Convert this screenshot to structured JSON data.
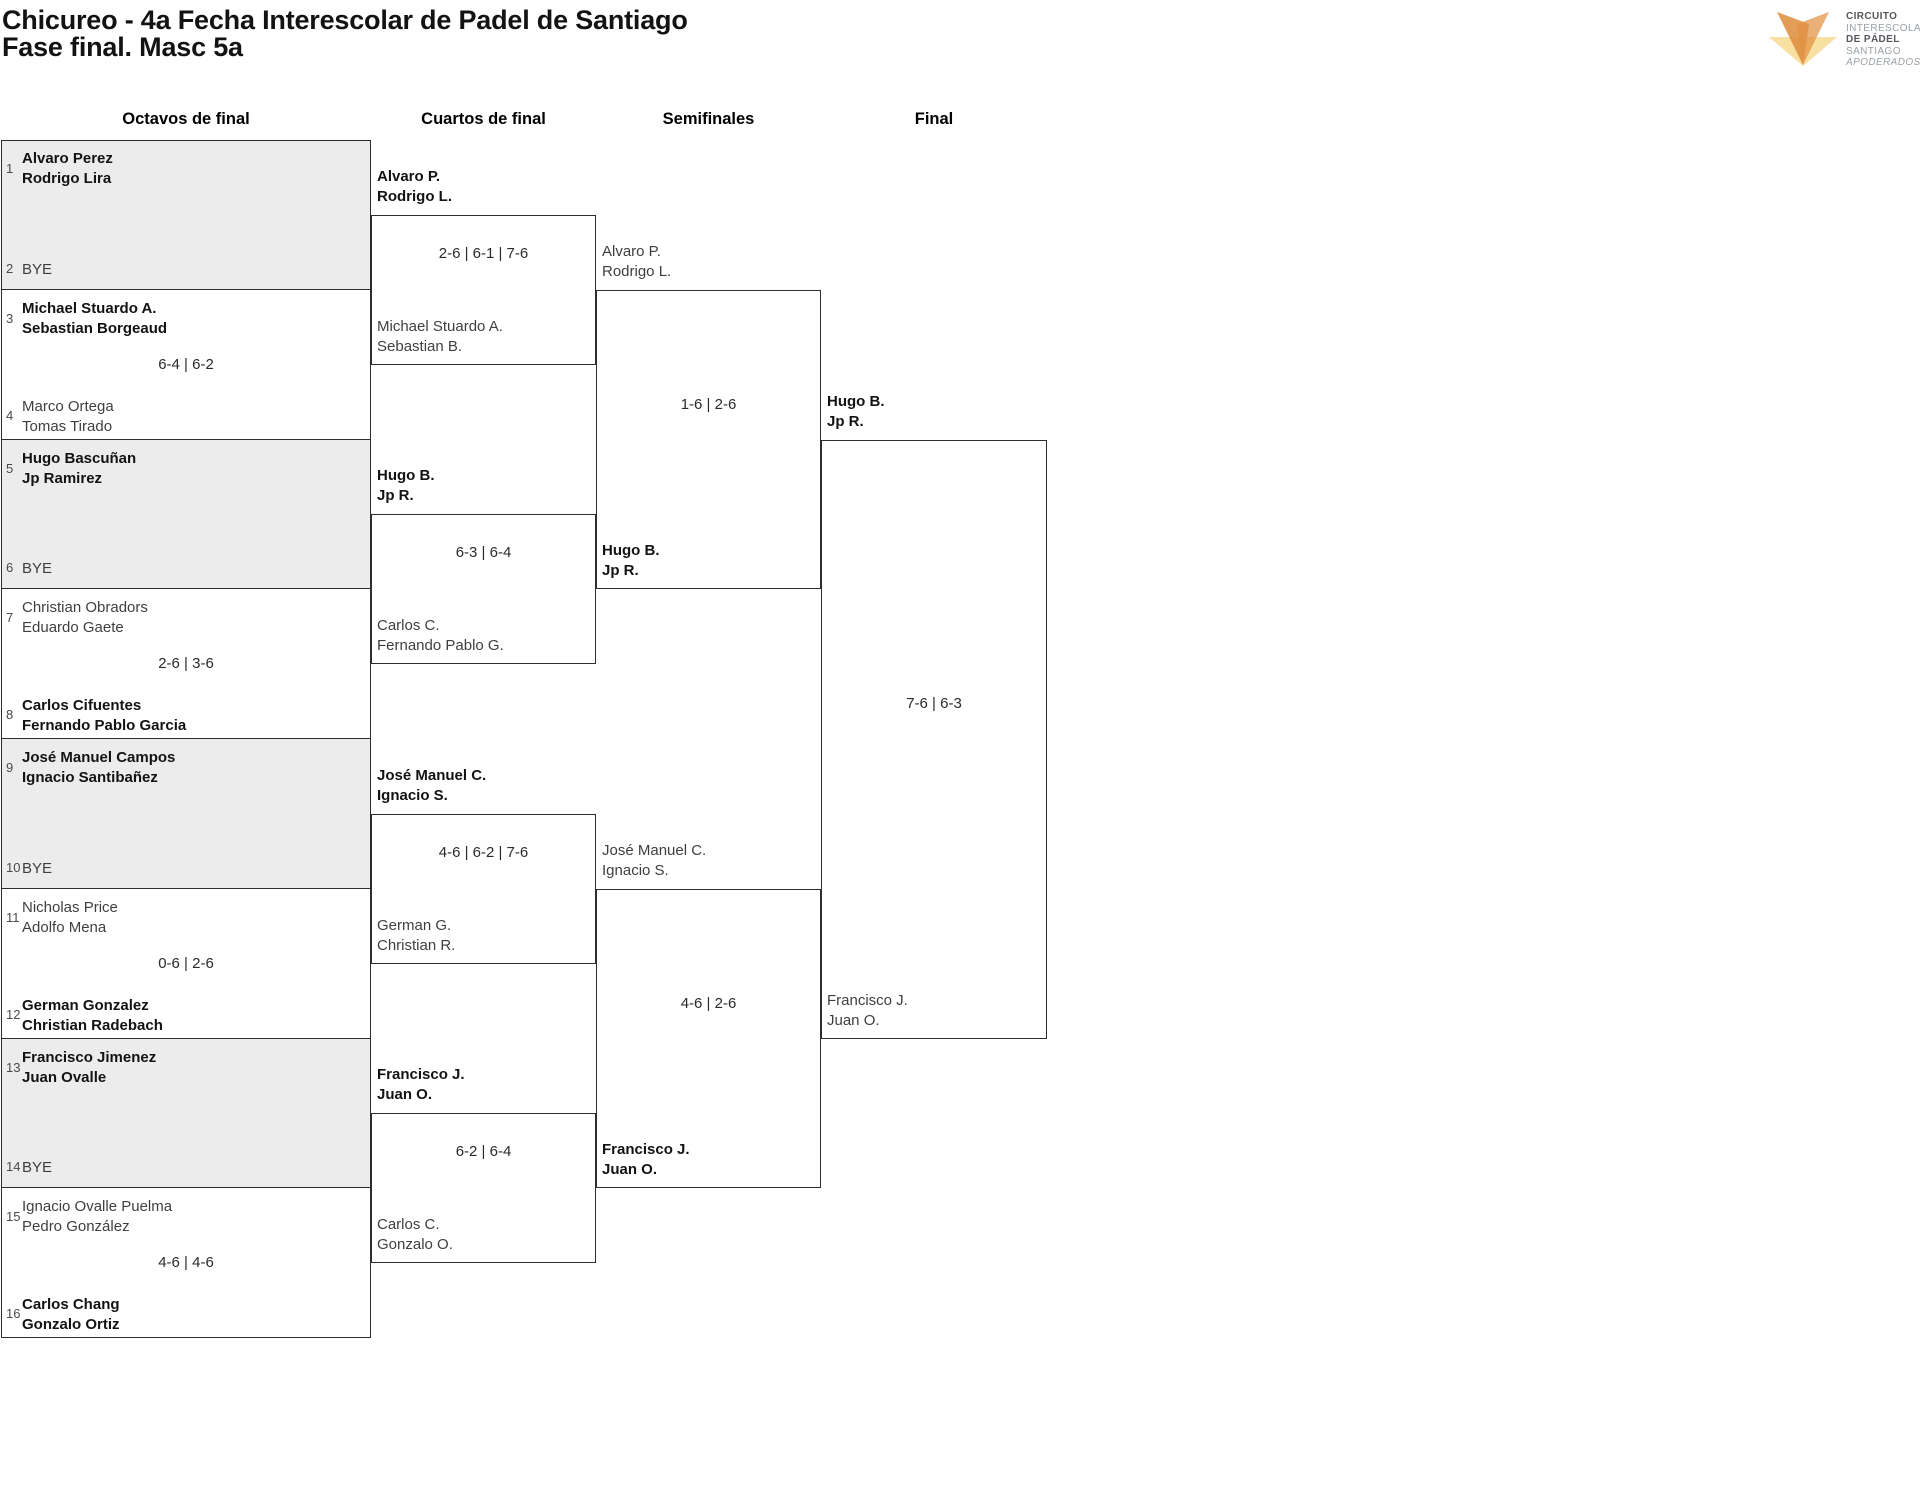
{
  "header": {
    "title": "Chicureo - 4a Fecha Interescolar de Padel de Santiago",
    "subtitle": "Fase final. Masc 5a"
  },
  "logo": {
    "lines": [
      "CIRCUITO",
      "INTERESCOLAR",
      "DE PÁDEL",
      "SANTIAGO",
      "APODERADOS"
    ],
    "colors": {
      "sand": "#F8DFA2",
      "left_blade": "#DD8C3B",
      "right_blade": "#E29242",
      "text_dark": "#54585d",
      "text_light": "#9BA1A6"
    }
  },
  "bracket": {
    "round_headers": [
      "Octavos de final",
      "Cuartos de final",
      "Semifinales",
      "Final"
    ],
    "octavos": [
      {
        "seed_top": "1",
        "top": [
          "Alvaro Perez",
          "Rodrigo Lira"
        ],
        "top_winner": true,
        "seed_bottom": "2",
        "bottom": [
          "BYE"
        ],
        "bye": true,
        "score": ""
      },
      {
        "seed_top": "3",
        "top": [
          "Michael Stuardo A.",
          "Sebastian Borgeaud"
        ],
        "top_winner": true,
        "seed_bottom": "4",
        "bottom": [
          "Marco Ortega",
          "Tomas Tirado"
        ],
        "score": "6-4 | 6-2"
      },
      {
        "seed_top": "5",
        "top": [
          "Hugo Bascuñan",
          "Jp Ramirez"
        ],
        "top_winner": true,
        "seed_bottom": "6",
        "bottom": [
          "BYE"
        ],
        "bye": true,
        "score": ""
      },
      {
        "seed_top": "7",
        "top": [
          "Christian Obradors",
          "Eduardo Gaete"
        ],
        "seed_bottom": "8",
        "bottom": [
          "Carlos Cifuentes",
          "Fernando Pablo Garcia"
        ],
        "bottom_winner": true,
        "score": "2-6 | 3-6"
      },
      {
        "seed_top": "9",
        "top": [
          "José Manuel Campos",
          "Ignacio Santibañez"
        ],
        "top_winner": true,
        "seed_bottom": "10",
        "bottom": [
          "BYE"
        ],
        "bye": true,
        "score": ""
      },
      {
        "seed_top": "11",
        "top": [
          "Nicholas Price",
          "Adolfo Mena"
        ],
        "seed_bottom": "12",
        "bottom": [
          "German Gonzalez",
          "Christian Radebach"
        ],
        "bottom_winner": true,
        "score": "0-6 | 2-6"
      },
      {
        "seed_top": "13",
        "top": [
          "Francisco Jimenez",
          "Juan Ovalle"
        ],
        "top_winner": true,
        "seed_bottom": "14",
        "bottom": [
          "BYE"
        ],
        "bye": true,
        "score": ""
      },
      {
        "seed_top": "15",
        "top": [
          "Ignacio Ovalle Puelma",
          "Pedro González"
        ],
        "seed_bottom": "16",
        "bottom": [
          "Carlos Chang",
          "Gonzalo Ortiz"
        ],
        "bottom_winner": true,
        "score": "4-6 | 4-6"
      }
    ],
    "cuartos": [
      {
        "top": [
          "Alvaro P.",
          "Rodrigo L."
        ],
        "top_winner": true,
        "bottom": [
          "Michael Stuardo A.",
          "Sebastian B."
        ],
        "score": "2-6 | 6-1 | 7-6"
      },
      {
        "top": [
          "Hugo B.",
          "Jp R."
        ],
        "top_winner": true,
        "bottom": [
          "Carlos C.",
          "Fernando Pablo G."
        ],
        "score": "6-3 | 6-4"
      },
      {
        "top": [
          "José Manuel C.",
          "Ignacio S."
        ],
        "top_winner": true,
        "bottom": [
          "German G.",
          "Christian R."
        ],
        "score": "4-6 | 6-2 | 7-6"
      },
      {
        "top": [
          "Francisco J.",
          "Juan O."
        ],
        "top_winner": true,
        "bottom": [
          "Carlos C.",
          "Gonzalo O."
        ],
        "score": "6-2 | 6-4"
      }
    ],
    "semifinales": [
      {
        "top": [
          "Alvaro P.",
          "Rodrigo L."
        ],
        "bottom": [
          "Hugo B.",
          "Jp R."
        ],
        "bottom_winner": true,
        "score": "1-6 | 2-6"
      },
      {
        "top": [
          "José Manuel C.",
          "Ignacio S."
        ],
        "bottom": [
          "Francisco J.",
          "Juan O."
        ],
        "bottom_winner": true,
        "score": "4-6 | 2-6"
      }
    ],
    "final": [
      {
        "top": [
          "Hugo B.",
          "Jp R."
        ],
        "top_winner": true,
        "bottom": [
          "Francisco J.",
          "Juan O."
        ],
        "score": "7-6 | 6-3"
      }
    ]
  }
}
